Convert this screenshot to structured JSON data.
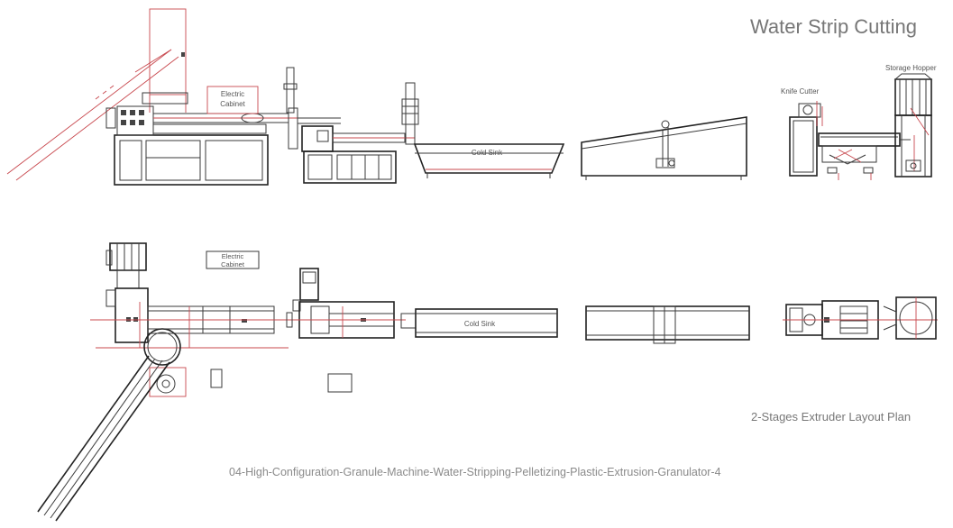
{
  "titles": {
    "section_title": "Water Strip Cutting",
    "plan_title": "2-Stages Extruder Layout Plan",
    "caption": "04-High-Configuration-Granule-Machine-Water-Stripping-Pelletizing-Plastic-Extrusion-Granulator-4"
  },
  "labels": {
    "electric_cabinet_line1": "Electric",
    "electric_cabinet_line2": "Cabinet",
    "cold_sink": "Cold Sink",
    "knife_cutter": "Knife Cutter",
    "storage_hopper": "Storage Hopper"
  },
  "colors": {
    "line": "#3a3a3a",
    "red_line": "#c8484e",
    "text": "#777777"
  }
}
